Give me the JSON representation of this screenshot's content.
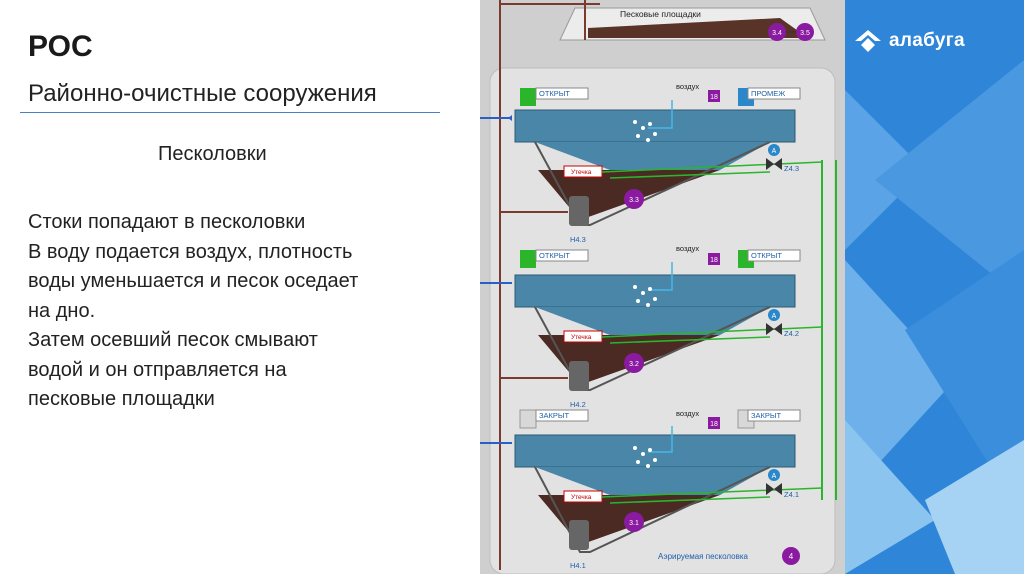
{
  "slide": {
    "title": "РОС",
    "subtitle": "Районно-очистные сооружения",
    "section": "Песколовки",
    "body_lines": [
      "Стоки попадают в песколовки",
      "В воду подается воздух, плотность",
      "воды уменьшается и песок оседает",
      "на дно.",
      "Затем осевший песок смывают",
      "водой и он отправляется на",
      "песковые площадки"
    ]
  },
  "brand": {
    "name": "алабуга",
    "color": "#2f86d8"
  },
  "diagram": {
    "sand_beds": {
      "label": "Песковые площадки",
      "badges": [
        "3.4",
        "3.5"
      ]
    },
    "air_label": "воздух",
    "leak_label": "Утечка",
    "air_badge": "18",
    "valve_badge": "A",
    "units": [
      {
        "left_gate": "ОТКРЫТ",
        "right_gate": "ПРОМЕЖ",
        "valve": "Z4.3",
        "pump": "Н4.3",
        "badge": "3.3"
      },
      {
        "left_gate": "ОТКРЫТ",
        "right_gate": "ОТКРЫТ",
        "valve": "Z4.2",
        "pump": "Н4.2",
        "badge": "3.2"
      },
      {
        "left_gate": "ЗАКРЫТ",
        "right_gate": "ЗАКРЫТ",
        "valve": "Z4.1",
        "pump": "Н4.1",
        "badge": "3.1"
      }
    ],
    "footer_label": "Аэрируемая песколовка",
    "footer_badge": "4",
    "colors": {
      "water": "#4a86a8",
      "sludge": "#4a2a22",
      "pipe_green": "#2bb52b",
      "pipe_blue": "#2a5fc9",
      "pipe_brown": "#7a3b2e",
      "badge": "#8a1aa0",
      "panel": "#d7d7d7"
    }
  }
}
